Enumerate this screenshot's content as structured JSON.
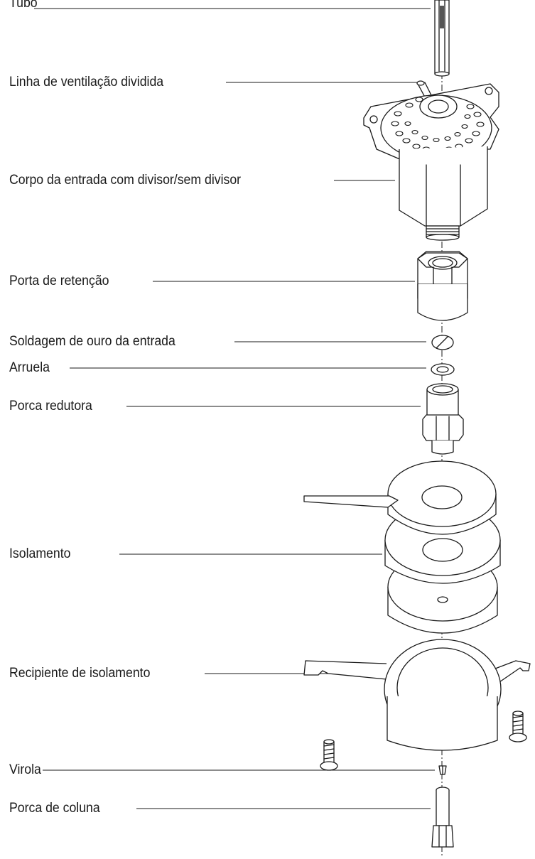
{
  "labels": {
    "tubo": "Tubo",
    "split_vent": "Linha de ventilação dividida",
    "inlet_body": "Corpo da entrada  com divisor/sem divisor",
    "retaining_nut": "Porta de retenção",
    "gold_seal": "Soldagem de ouro da entrada",
    "washer": "Arruela",
    "reducing_nut": "Porca redutora",
    "insulation": "Isolamento",
    "insulation_cup": "Recipiente de isolamento",
    "ferrule": "Virola",
    "column_nut": "Porca de coluna"
  },
  "colors": {
    "line": "#1a1a1a",
    "background": "#ffffff"
  }
}
